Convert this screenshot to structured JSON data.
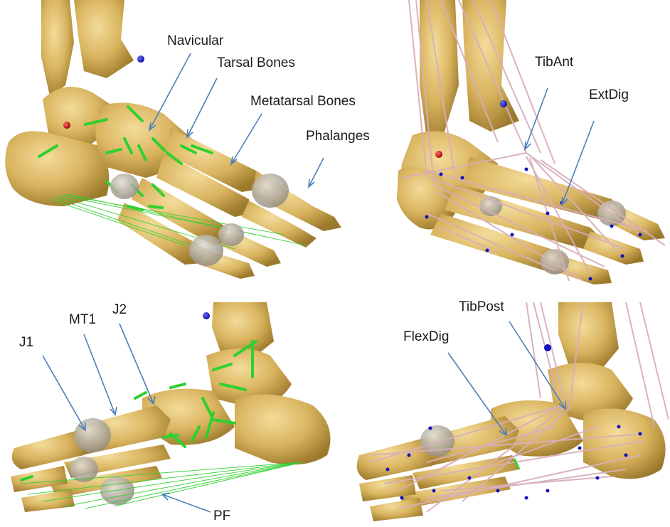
{
  "panels": [
    {
      "id": "top-left",
      "labels": [
        "Navicular",
        "Tarsal Bones",
        "Metatarsal Bones",
        "Phalanges"
      ]
    },
    {
      "id": "top-right",
      "labels": [
        "TibAnt",
        "ExtDig"
      ]
    },
    {
      "id": "bottom-left",
      "labels": [
        "J1",
        "MT1",
        "J2",
        "PF"
      ]
    },
    {
      "id": "bottom-right",
      "labels": [
        "FlexDig",
        "TibPost"
      ]
    }
  ],
  "colors": {
    "bone": "#d9b45f",
    "bone_dark": "#a88532",
    "ligament": "#2ed12e",
    "muscle": "#d9aeb9",
    "joint_sphere": "#b9b3a8",
    "marker_blue": "#1010c0",
    "marker_red": "#cc1010",
    "arrow": "#4a7ebb"
  },
  "icons": [
    "foot-skeleton-lateral",
    "foot-skeleton-medial",
    "ligament-line",
    "muscle-line",
    "marker-dot"
  ]
}
